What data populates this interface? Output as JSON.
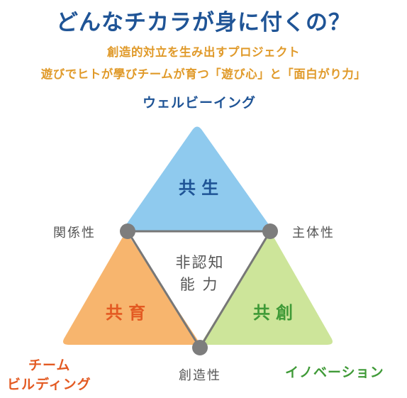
{
  "title": "どんなチカラが身に付くの？",
  "subtitle_line1": "創造的対立を生み出すプロジェクト",
  "subtitle_line2": "遊びでヒトが學びチームが育つ「遊び心」と「面白がり力」",
  "outcomes": {
    "top": "ウェルビーイング",
    "bottom_left_line1": "チーム",
    "bottom_left_line2": "ビルディング",
    "bottom_right": "イノベーション"
  },
  "triangles": {
    "top": "共 生",
    "left": "共 育",
    "right": "共 創"
  },
  "center": {
    "line1": "非認知",
    "line2": "能 力"
  },
  "vertices": {
    "left": "関係性",
    "right": "主体性",
    "bottom": "創造性"
  },
  "colors": {
    "title": "#1f5496",
    "subtitle": "#e09a2a",
    "wellbeing": "#1f5496",
    "team_building": "#e35a22",
    "innovation": "#3f9a37",
    "top_triangle": "#8fcaee",
    "left_triangle": "#f7b56e",
    "right_triangle": "#cde59a",
    "top_label": "#1f5496",
    "left_label": "#e35a22",
    "right_label": "#3f9a37",
    "vertex": "#7d7d7d",
    "edge": "#777777",
    "center_text": "#555555"
  },
  "icons": [
    "vertex-dot-left",
    "vertex-dot-right",
    "vertex-dot-bottom"
  ]
}
